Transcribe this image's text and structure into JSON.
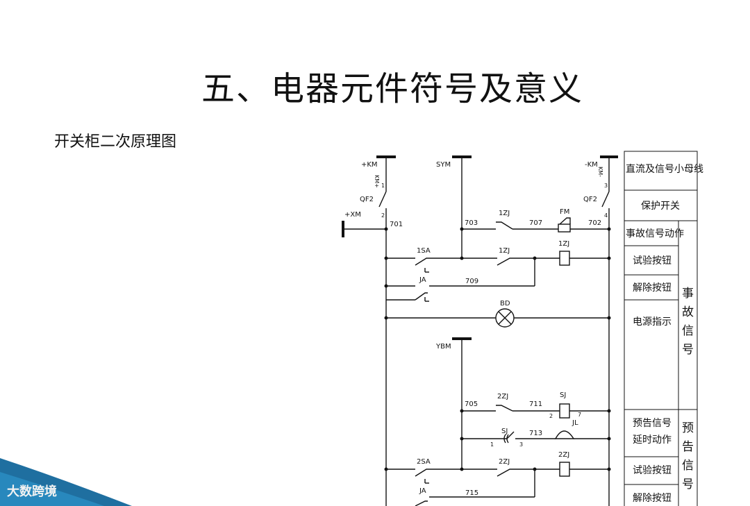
{
  "title": "五、电器元件符号及意义",
  "subtitle": "开关柜二次原理图",
  "watermark": "大数跨境",
  "diagram": {
    "buses": {
      "km_pos": "+KM",
      "sym": "SYM",
      "km_neg": "-KM",
      "xm": "+XM",
      "ybm": "YBM"
    },
    "components": {
      "qf2_left": "QF2",
      "qf2_right": "QF2",
      "zj1_a": "1ZJ",
      "fm": "FM",
      "sa1": "1SA",
      "zj1_b": "1ZJ",
      "zj1_coil": "1ZJ",
      "ja1": "JA",
      "bd": "BD",
      "zj2_a": "2ZJ",
      "sj_coil": "SJ",
      "sj_contact": "SJ",
      "jl": "JL",
      "sa2": "2SA",
      "zj2_b": "2ZJ",
      "zj2_coil": "2ZJ",
      "ja2": "JA"
    },
    "wires": {
      "w701": "701",
      "w703": "703",
      "w707": "707",
      "w702": "702",
      "w709": "709",
      "w705": "705",
      "w711": "711",
      "w713": "713",
      "w715": "715"
    },
    "pins": {
      "p1": "1",
      "p2": "2",
      "p3": "3",
      "p4": "4",
      "sj2": "2",
      "sj7": "7",
      "sj1": "1",
      "sj3": "3"
    }
  },
  "legend": {
    "rows": [
      "直流及信号小母线",
      "保护开关",
      "事故信号动作",
      "试验按钮",
      "解除按钮",
      "电源指示",
      "预告信号\n延时动作",
      "试验按钮",
      "解除按钮"
    ],
    "row_1": "直流及信号小母线",
    "row_2": "保护开关",
    "row_3": "事故信号动作",
    "row_4": "试验按钮",
    "row_5": "解除按钮",
    "row_6": "电源指示",
    "row_7a": "预告信号",
    "row_7b": "延时动作",
    "row_8": "试验按钮",
    "row_9": "解除按钮",
    "group_accident": [
      "事",
      "故",
      "信",
      "号"
    ],
    "group_warning": [
      "预",
      "告",
      "信",
      "号"
    ]
  }
}
